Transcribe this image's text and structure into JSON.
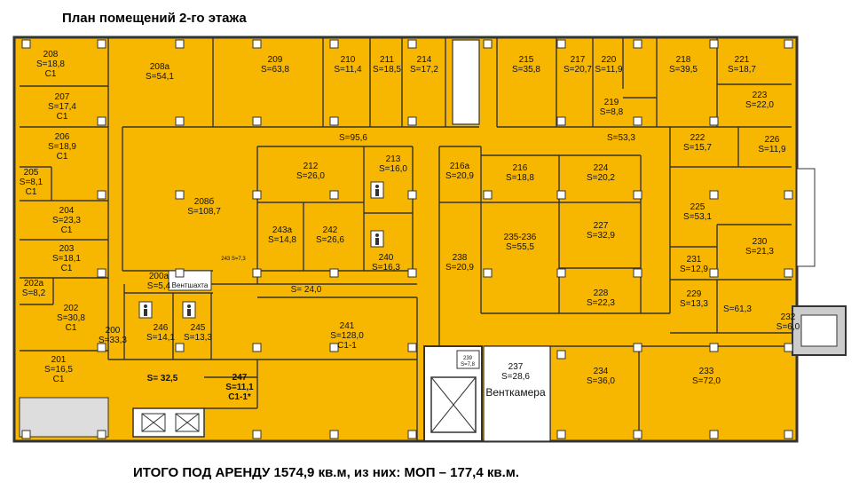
{
  "title": "План помещений 2-го этажа",
  "footer": "ИТОГО ПОД АРЕНДУ 1574,9 кв.м, из них: МОП – 177,4 кв.м.",
  "colors": {
    "room": "#f7b700",
    "wall": "#333333",
    "corridor": "#f7b700",
    "shaft": "#ffffff"
  },
  "rooms": [
    {
      "key": "r208",
      "num": "208",
      "area": "S=18,8",
      "cls": "С1"
    },
    {
      "key": "r208a",
      "num": "208а",
      "area": "S=54,1",
      "cls": ""
    },
    {
      "key": "r209",
      "num": "209",
      "area": "S=63,8",
      "cls": ""
    },
    {
      "key": "r210",
      "num": "210",
      "area": "S=11,4",
      "cls": ""
    },
    {
      "key": "r211",
      "num": "211",
      "area": "S=18,5",
      "cls": ""
    },
    {
      "key": "r214",
      "num": "214",
      "area": "S=17,2",
      "cls": ""
    },
    {
      "key": "r215",
      "num": "215",
      "area": "S=35,8",
      "cls": ""
    },
    {
      "key": "r217",
      "num": "217",
      "area": "S=20,7",
      "cls": ""
    },
    {
      "key": "r220",
      "num": "220",
      "area": "S=11,9",
      "cls": ""
    },
    {
      "key": "r218",
      "num": "218",
      "area": "S=39,5",
      "cls": ""
    },
    {
      "key": "r221",
      "num": "221",
      "area": "S=18,7",
      "cls": ""
    },
    {
      "key": "r207",
      "num": "207",
      "area": "S=17,4",
      "cls": "С1"
    },
    {
      "key": "r219",
      "num": "219",
      "area": "S=8,8",
      "cls": ""
    },
    {
      "key": "r223",
      "num": "223",
      "area": "S=22,0",
      "cls": ""
    },
    {
      "key": "r206",
      "num": "206",
      "area": "S=18,9",
      "cls": "С1"
    },
    {
      "key": "rcorr",
      "num": "",
      "area": "S=95,6",
      "cls": ""
    },
    {
      "key": "rcorr2",
      "num": "",
      "area": "S=53,3",
      "cls": ""
    },
    {
      "key": "r222",
      "num": "222",
      "area": "S=15,7",
      "cls": ""
    },
    {
      "key": "r226",
      "num": "226",
      "area": "S=11,9",
      "cls": ""
    },
    {
      "key": "r205",
      "num": "205",
      "area": "S=8,1",
      "cls": "С1"
    },
    {
      "key": "r212",
      "num": "212",
      "area": "S=26,0",
      "cls": ""
    },
    {
      "key": "r213",
      "num": "213",
      "area": "S=16,0",
      "cls": ""
    },
    {
      "key": "r216a",
      "num": "216а",
      "area": "S=20,9",
      "cls": ""
    },
    {
      "key": "r216",
      "num": "216",
      "area": "S=18,8",
      "cls": ""
    },
    {
      "key": "r224",
      "num": "224",
      "area": "S=20,2",
      "cls": ""
    },
    {
      "key": "r204",
      "num": "204",
      "area": "S=23,3",
      "cls": "С1"
    },
    {
      "key": "r208b",
      "num": "208б",
      "area": "S=108,7",
      "cls": ""
    },
    {
      "key": "r225",
      "num": "225",
      "area": "S=53,1",
      "cls": ""
    },
    {
      "key": "r243a",
      "num": "243а",
      "area": "S=14,8",
      "cls": ""
    },
    {
      "key": "r242",
      "num": "242",
      "area": "S=26,6",
      "cls": ""
    },
    {
      "key": "r227",
      "num": "227",
      "area": "S=32,9",
      "cls": ""
    },
    {
      "key": "r235",
      "num": "235-236",
      "area": "S=55,5",
      "cls": ""
    },
    {
      "key": "r203",
      "num": "203",
      "area": "S=18,1",
      "cls": "С1"
    },
    {
      "key": "r230",
      "num": "230",
      "area": "S=21,3",
      "cls": ""
    },
    {
      "key": "r240",
      "num": "240",
      "area": "S=16,3",
      "cls": ""
    },
    {
      "key": "r238",
      "num": "238",
      "area": "S=20,9",
      "cls": ""
    },
    {
      "key": "r231",
      "num": "231",
      "area": "S=12,9",
      "cls": ""
    },
    {
      "key": "r202a",
      "num": "202а",
      "area": "S=8,2",
      "cls": ""
    },
    {
      "key": "r200a",
      "num": "200а",
      "area": "S=5,4",
      "cls": ""
    },
    {
      "key": "rcorr3",
      "num": "",
      "area": "S= 24,0",
      "cls": ""
    },
    {
      "key": "r228",
      "num": "228",
      "area": "S=22,3",
      "cls": ""
    },
    {
      "key": "r229",
      "num": "229",
      "area": "S=13,3",
      "cls": ""
    },
    {
      "key": "r202",
      "num": "202",
      "area": "S=30,8",
      "cls": "С1"
    },
    {
      "key": "r200",
      "num": "200",
      "area": "S=33,3",
      "cls": ""
    },
    {
      "key": "r246",
      "num": "246",
      "area": "S=14,1",
      "cls": ""
    },
    {
      "key": "r245",
      "num": "245",
      "area": "S=13,3",
      "cls": ""
    },
    {
      "key": "r241",
      "num": "241",
      "area": "S=128,0",
      "cls": "С1-1"
    },
    {
      "key": "rcorr4",
      "num": "",
      "area": "S=61,3",
      "cls": ""
    },
    {
      "key": "r232",
      "num": "232",
      "area": "S=6,0",
      "cls": ""
    },
    {
      "key": "r201",
      "num": "201",
      "area": "S=16,5",
      "cls": "С1"
    },
    {
      "key": "rhall",
      "num": "",
      "area": "S= 32,5",
      "cls": ""
    },
    {
      "key": "r237",
      "num": "237",
      "area": "S=28,6",
      "cls": "Венткамера"
    },
    {
      "key": "r234",
      "num": "234",
      "area": "S=36,0",
      "cls": ""
    },
    {
      "key": "r233",
      "num": "233",
      "area": "S=72,0",
      "cls": ""
    },
    {
      "key": "r247",
      "num": "247",
      "area": "S=11,1",
      "cls": "С1-1*"
    }
  ],
  "small_labels": {
    "s243": "243 S=7,3",
    "shaft_lbl": "Вентшахта",
    "s239": "239",
    "s239a": "S=7,8"
  },
  "icons": {
    "wc": "toilet-icon",
    "column": "column-icon",
    "stairs": "stairs-icon",
    "elevator": "elevator-icon"
  }
}
